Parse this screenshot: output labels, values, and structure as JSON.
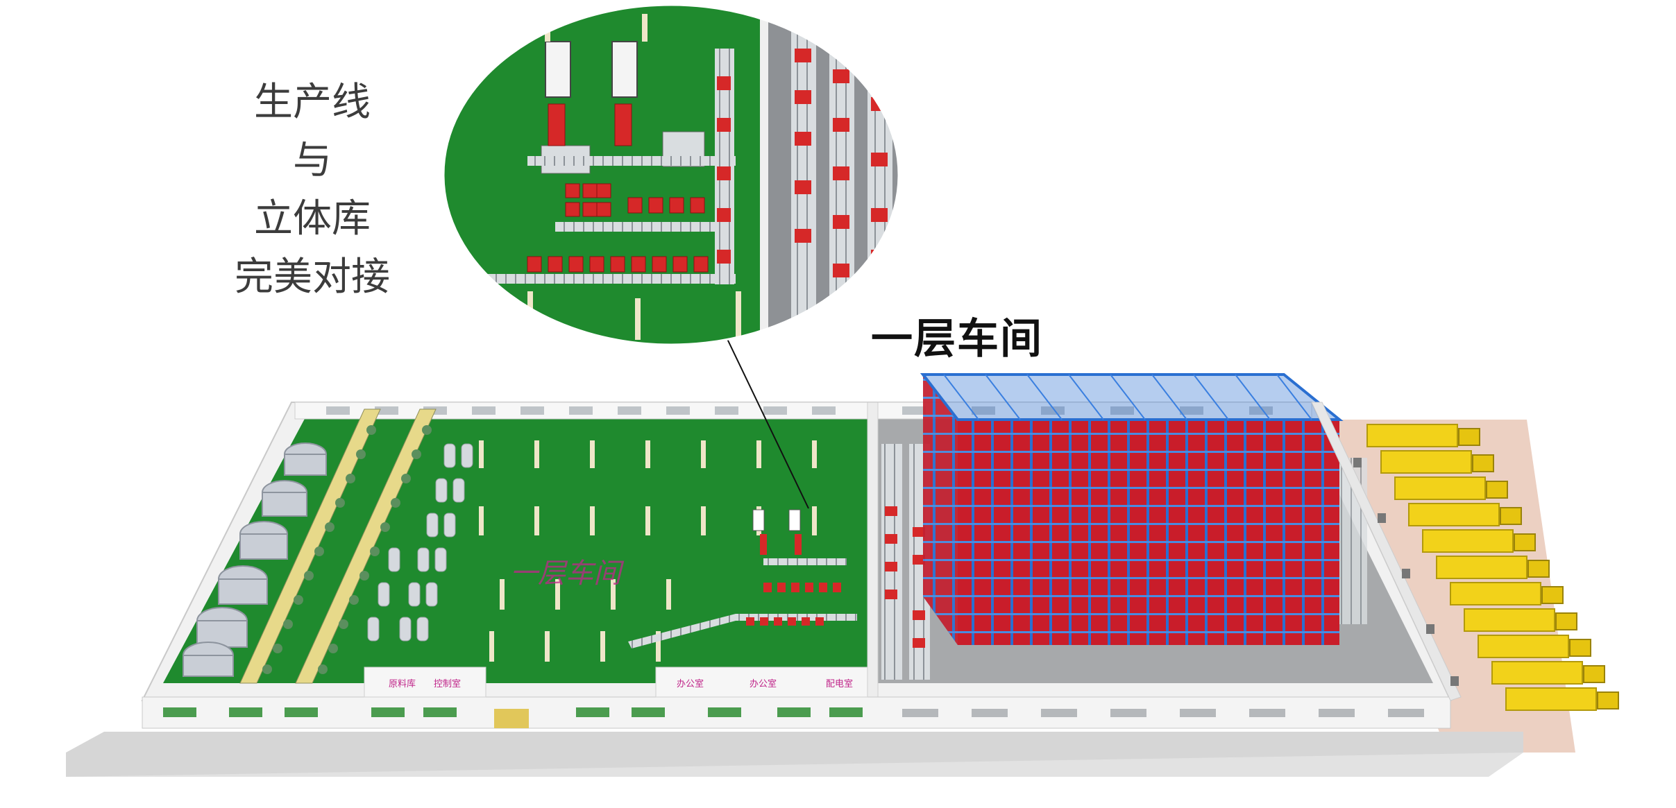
{
  "headline": {
    "line1": "生产线",
    "line2": "与",
    "line3": "立体库",
    "line4": "完美对接"
  },
  "section_label": "一层车间",
  "floor": {
    "watermark": "一层车间",
    "rooms": [
      "原料库",
      "控制室",
      "办公室",
      "办公室",
      "配电室"
    ]
  },
  "colors": {
    "floor_green": "#1f8a2e",
    "rack_blue": "#2a6fd1",
    "rack_red": "#d21f2a",
    "truck_yellow": "#f2d21a",
    "wall_white": "#f4f4f4",
    "warehouse_floor": "#a7a9ab",
    "room_label": "#c0268a"
  }
}
